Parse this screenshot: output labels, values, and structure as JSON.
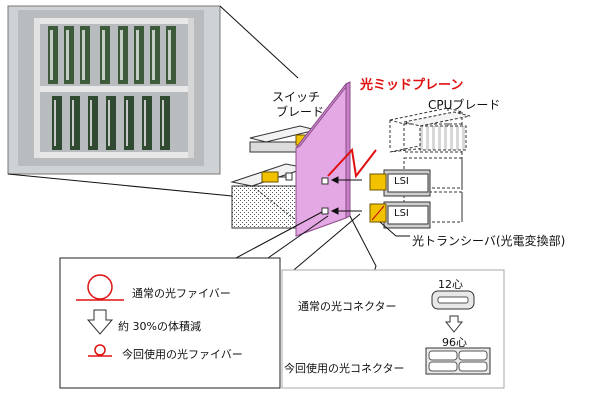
{
  "labels": {
    "optical_midplane": "光ミッドプレーン",
    "switch_blade_line1": "スイッチ",
    "switch_blade_line2": "ブレード",
    "cpu_blade": "CPUブレード",
    "lsi_1": "LSI",
    "lsi_2": "LSI",
    "transceiver": "光トランシーバ(光電変換部)"
  },
  "legend_left": {
    "regular_fiber": "通常の光ファイバー",
    "volume_reduction": "約 30%の体積減",
    "current_fiber": "今回使用の光ファイバー"
  },
  "legend_right": {
    "regular_connector": "通常の光コネクター",
    "cores_12": "12心",
    "cores_96": "96心",
    "current_connector": "今回使用の光コネクター"
  },
  "colors": {
    "midplane_fill": "#e4a8e4",
    "midplane_stroke": "#8a4c8a",
    "accent_red": "#e01010",
    "lsi_yellow": "#f2c200",
    "blade_gray": "#d8d8d8"
  }
}
